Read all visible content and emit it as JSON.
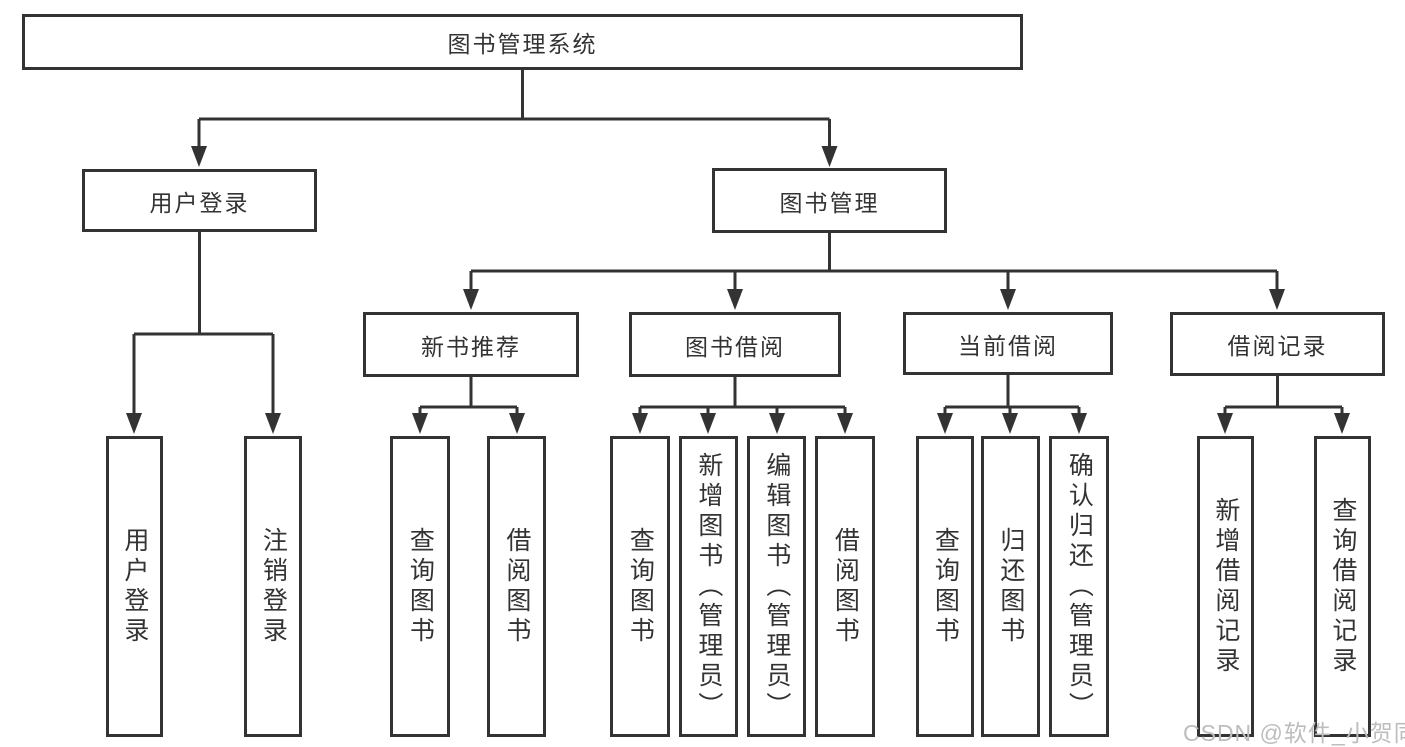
{
  "tree": {
    "root_label": "图书管理系统",
    "user_login": {
      "label": "用户登录",
      "children": [
        {
          "label": "用户登录"
        },
        {
          "label": "注销登录"
        }
      ]
    },
    "book_mgmt": {
      "label": "图书管理",
      "children": [
        {
          "label": "新书推荐",
          "children": [
            {
              "label": "查询图书"
            },
            {
              "label": "借阅图书"
            }
          ]
        },
        {
          "label": "图书借阅",
          "children": [
            {
              "label": "查询图书"
            },
            {
              "label": "新增图书（管理员）"
            },
            {
              "label": "编辑图书（管理员）"
            },
            {
              "label": "借阅图书"
            }
          ]
        },
        {
          "label": "当前借阅",
          "children": [
            {
              "label": "查询图书"
            },
            {
              "label": "归还图书"
            },
            {
              "label": "确认归还（管理员）"
            }
          ]
        },
        {
          "label": "借阅记录",
          "children": [
            {
              "label": "新增借阅记录"
            },
            {
              "label": "查询借阅记录"
            }
          ]
        }
      ]
    }
  },
  "watermark": "CSDN @软件_小贺同学",
  "colors": {
    "line": "#333333",
    "text": "#333333",
    "watermark": "#bdbdbd",
    "background": "#ffffff"
  }
}
